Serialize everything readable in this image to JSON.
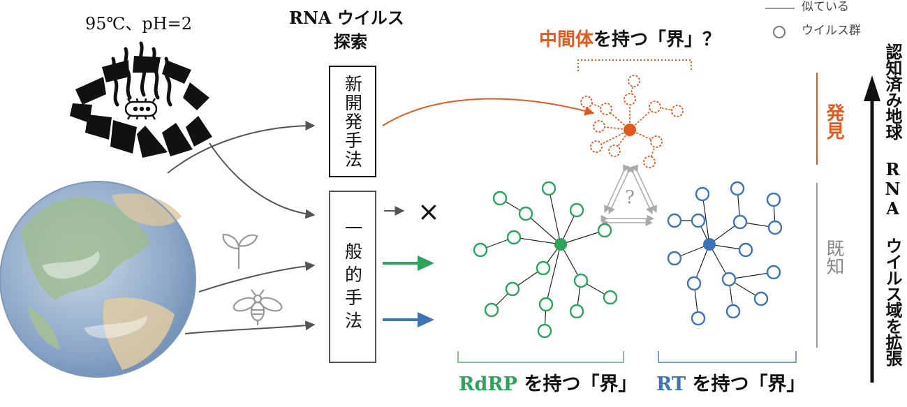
{
  "environment_label": "95℃、pH=2",
  "search_label": {
    "line1": "RNA ウイルス",
    "line2": "探索"
  },
  "new_method_label": "新開発手法",
  "general_method_label": "一般的手法",
  "intermediate_label": {
    "highlight": "中間体",
    "rest": "を持つ「界」？"
  },
  "rdrp_label": {
    "highlight": "RdRP",
    "rest": " を持つ「界」"
  },
  "rt_label": {
    "highlight": "RT",
    "rest": " を持つ「界」"
  },
  "question_mark": "?",
  "cross_mark": "×",
  "legend": {
    "similar": "似ている",
    "virus_group": "ウイルス群"
  },
  "discovery_label": "発見",
  "known_label": "既知",
  "expansion_label": "認知済み地球 RNA ウイルス域を拡張",
  "colors": {
    "orange": "#e05a1f",
    "green": "#2aa55a",
    "blue": "#3d74b8",
    "gray": "#555555",
    "light_gray": "#9a9a9a"
  }
}
